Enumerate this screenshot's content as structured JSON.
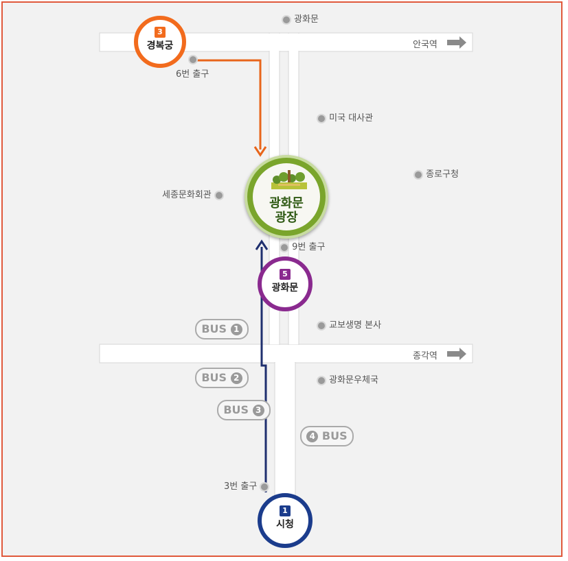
{
  "landmarks": {
    "gwanghwamun_gate": "광화문",
    "us_embassy": "미국 대사관",
    "jongno_office": "종로구청",
    "sejong_center": "세종문화회관",
    "kyobo": "교보생명 본사",
    "post_office": "광화문우체국"
  },
  "exits": {
    "exit6": "6번 출구",
    "exit9": "9번 출구",
    "exit3": "3번 출구"
  },
  "directions": {
    "east_top": "안국역",
    "east_bottom": "종각역"
  },
  "stations": {
    "gyeongbokgung": {
      "line": "3",
      "name": "경복궁",
      "color": "#f26b1d"
    },
    "gwanghwamun": {
      "line": "5",
      "name": "광화문",
      "color": "#8a2a8f"
    },
    "cityhall": {
      "line": "1",
      "name": "시청",
      "color": "#1b3c8c"
    }
  },
  "plaza": {
    "line1": "광화문",
    "line2": "광장",
    "color": "#7aa52c"
  },
  "bus_stops": [
    {
      "text": "BUS",
      "num": "1"
    },
    {
      "text": "BUS",
      "num": "2"
    },
    {
      "text": "BUS",
      "num": "3"
    },
    {
      "text": "BUS",
      "num": "4"
    }
  ],
  "colors": {
    "frame": "#e0583a",
    "road": "#ffffff",
    "orange_route": "#e8651b",
    "navy_route": "#1f2f6e"
  }
}
